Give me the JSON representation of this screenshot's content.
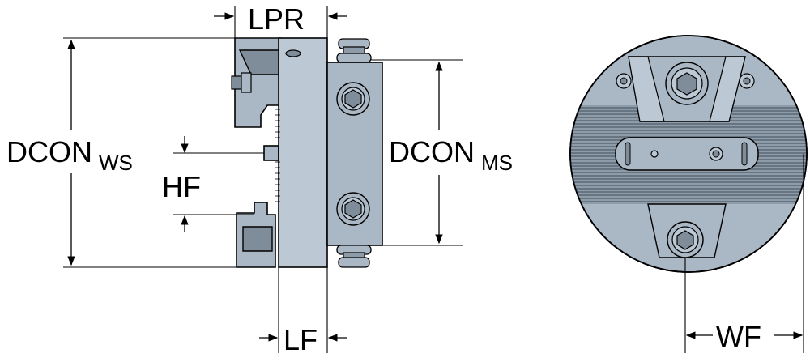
{
  "dimensions": {
    "lpr": "LPR",
    "dcon_ws_main": "DCON",
    "dcon_ws_sub": "WS",
    "hf": "HF",
    "dcon_ms_main": "DCON",
    "dcon_ms_sub": "MS",
    "lf": "LF",
    "wf": "WF"
  },
  "colors": {
    "steel": "#aab7c4",
    "steel_light": "#bcc8d4",
    "steel_dark": "#7f8d9b",
    "ink": "#000000"
  }
}
